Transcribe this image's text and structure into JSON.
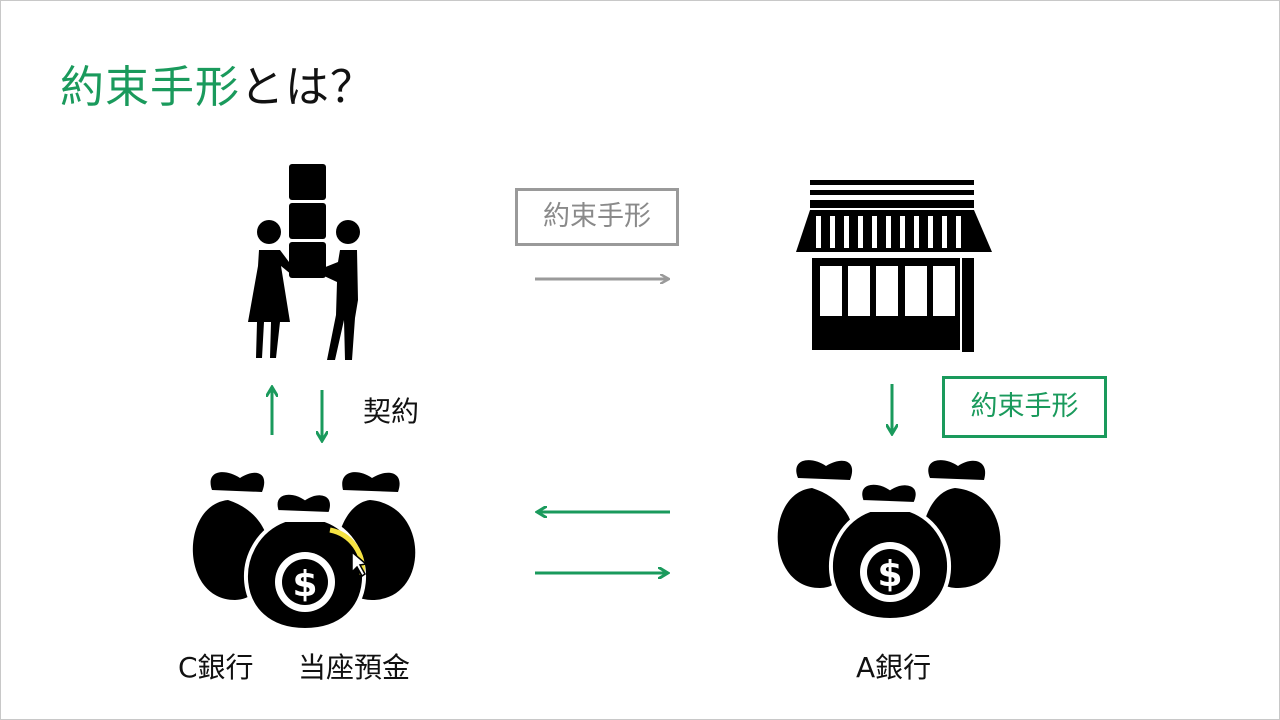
{
  "title": {
    "highlight": "約束手形",
    "rest": "とは？"
  },
  "note_top": "約束手形",
  "note_right": "約束手形",
  "contract_label": "契約",
  "bank_c_label": "C銀行",
  "deposit_label": "当座預金",
  "bank_a_label": "A銀行",
  "coin_symbol": "$",
  "colors": {
    "accent": "#1a9a5c",
    "gray": "#9a9a9a",
    "ink": "#000000"
  }
}
